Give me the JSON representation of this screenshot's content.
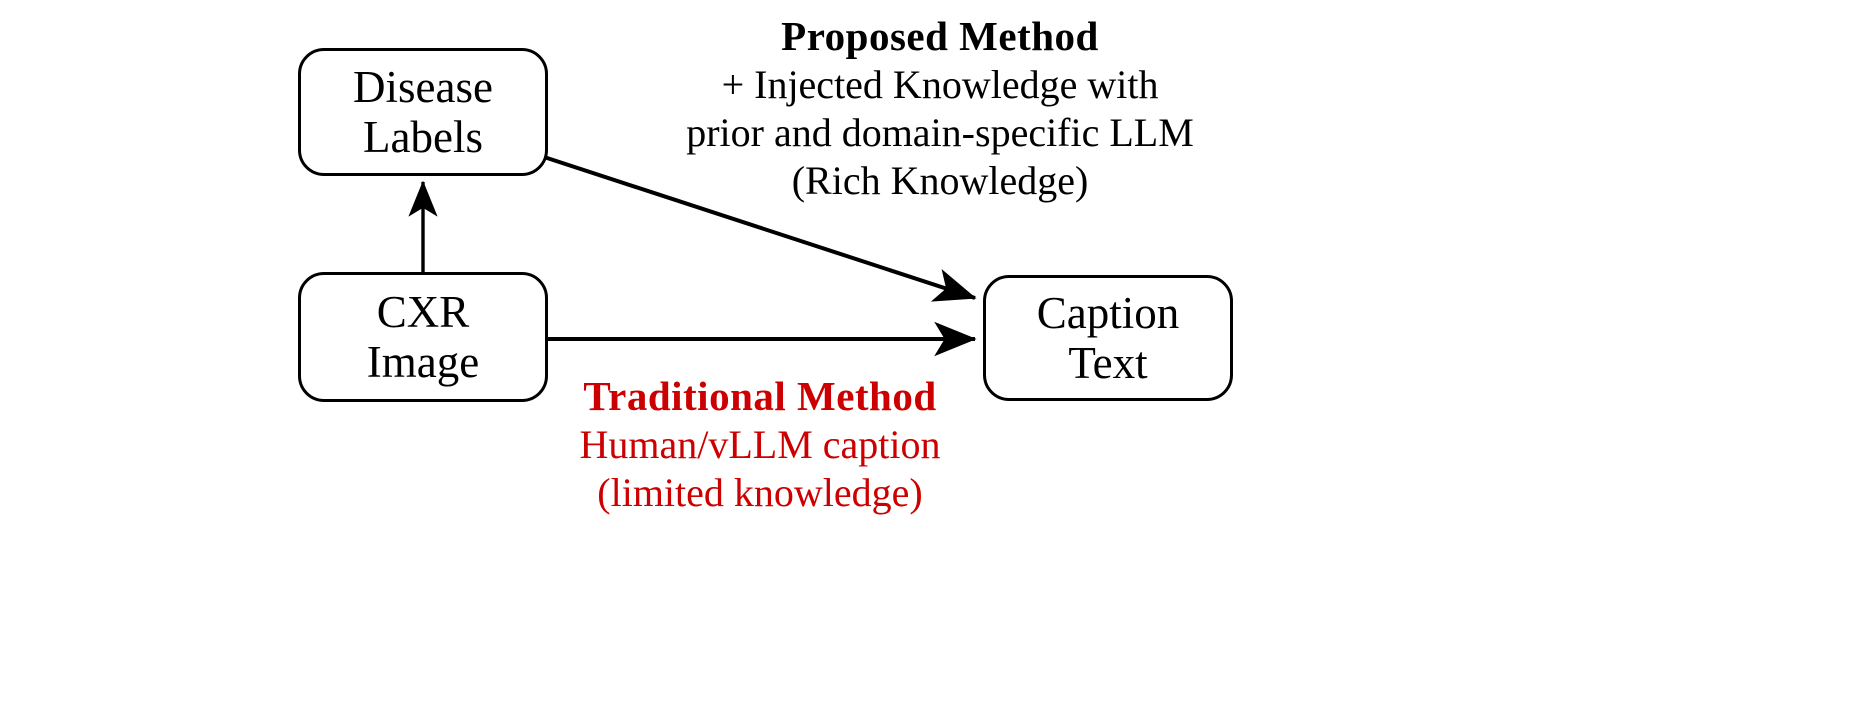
{
  "diagram": {
    "title": "Traditional vs Proposed CXR caption generation",
    "background_color": "#FFFFFF",
    "accent_color": "#CC0000",
    "line_color": "#000000"
  },
  "nodes": [
    {
      "id": "disease-labels",
      "lines": [
        "Disease",
        "Labels"
      ]
    },
    {
      "id": "cxr-image",
      "lines": [
        "CXR",
        "Image"
      ]
    },
    {
      "id": "caption-text",
      "lines": [
        "Caption",
        "Text"
      ]
    }
  ],
  "annotations": {
    "proposed": {
      "heading": "Proposed Method",
      "lines": [
        "+ Injected Knowledge with",
        "prior and domain-specific LLM",
        "(Rich Knowledge)"
      ],
      "color": "#000000"
    },
    "traditional": {
      "heading": "Traditional Method",
      "lines": [
        "Human/vLLM caption",
        "(limited knowledge)"
      ],
      "color": "#CC0000"
    }
  },
  "edges": [
    {
      "id": "cxr-to-disease",
      "from": "cxr-image",
      "to": "disease-labels",
      "direction": "up"
    },
    {
      "id": "disease-to-caption",
      "from": "disease-labels",
      "to": "caption-text",
      "direction": "diagonal-down-right"
    },
    {
      "id": "cxr-to-caption",
      "from": "cxr-image",
      "to": "caption-text",
      "direction": "right"
    }
  ]
}
